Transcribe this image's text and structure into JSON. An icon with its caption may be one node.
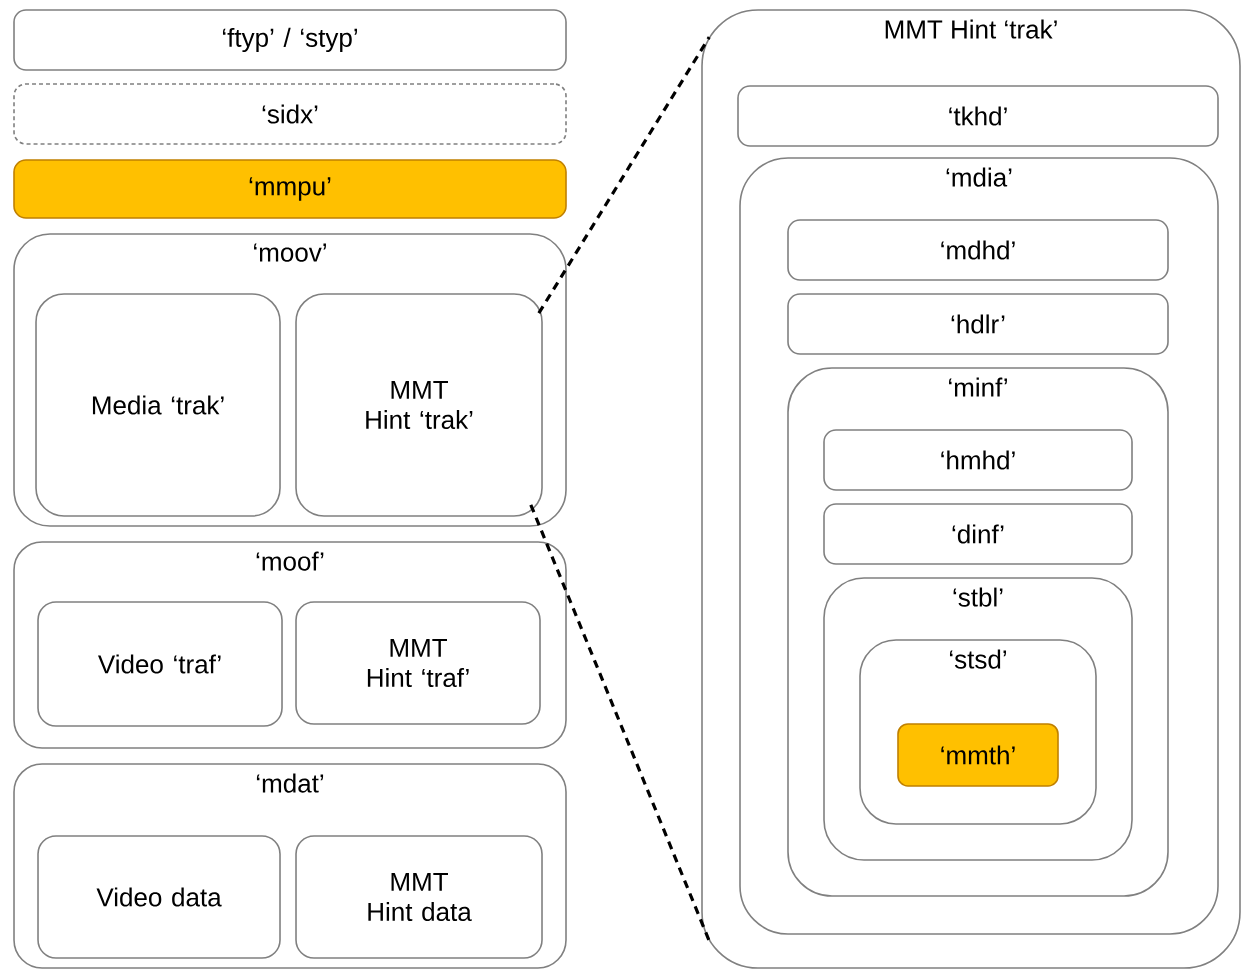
{
  "diagram": {
    "nodes": [
      {
        "text": [
          "‘ftyp’ / ‘styp’"
        ]
      },
      {
        "text": [
          "‘sidx’"
        ]
      },
      {
        "text": [
          "‘mmpu’"
        ]
      },
      {
        "text": [
          "‘moov’"
        ]
      },
      {
        "text": [
          "Media ‘trak’"
        ],
        "in": 3
      },
      {
        "text": [
          "MMT Hint ‘trak’"
        ],
        "in": 3
      },
      {
        "text": [
          "‘moof’"
        ]
      },
      {
        "text": [
          "Video ‘traf’"
        ],
        "in": 6
      },
      {
        "text": [
          "MMT Hint ‘traf’"
        ],
        "in": 6
      },
      {
        "text": [
          "‘mdat’"
        ]
      },
      {
        "text": [
          "Video data"
        ],
        "in": 9
      },
      {
        "text": [
          "MMT Hint data"
        ],
        "in": 9
      },
      {
        "text": [
          "MMT Hint ‘trak’"
        ]
      },
      {
        "text": [
          "‘tkhd’"
        ],
        "in": 12
      },
      {
        "text": [
          "‘mdia’"
        ],
        "in": 12
      },
      {
        "text": [
          "‘mdhd’"
        ],
        "in": 14
      },
      {
        "text": [
          "‘hdlr’"
        ],
        "in": 14
      },
      {
        "text": [
          "‘minf’"
        ],
        "in": 14
      },
      {
        "text": [
          "‘hmhd’"
        ],
        "in": 17
      },
      {
        "text": [
          "‘dinf’"
        ],
        "in": 17
      },
      {
        "text": [
          "‘stbl’"
        ],
        "in": 17
      },
      {
        "text": [
          "‘stsd’"
        ],
        "in": 20
      },
      {
        "text": [
          "‘mmth’"
        ],
        "in": 21
      }
    ],
    "edges": [
      {
        "from": 5,
        "to": 12,
        "arrow": "none",
        "style": "dashed"
      },
      {
        "from": 5,
        "to": 12,
        "arrow": "none",
        "style": "dashed"
      }
    ]
  }
}
